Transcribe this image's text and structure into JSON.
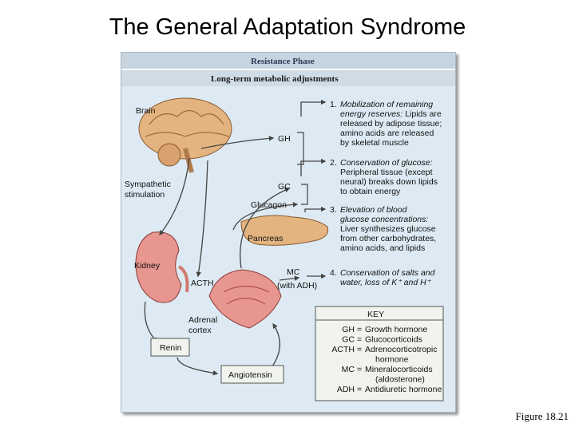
{
  "title": "The General Adaptation Syndrome",
  "figure_caption": "Figure 18.21",
  "panel": {
    "phase_header": "Resistance Phase",
    "sub_header": "Long-term metabolic adjustments"
  },
  "labels": {
    "brain": "Brain",
    "sympathetic_1": "Sympathetic",
    "sympathetic_2": "stimulation",
    "kidney": "Kidney",
    "acth": "ACTH",
    "adrenal_1": "Adrenal",
    "adrenal_2": "cortex",
    "renin": "Renin",
    "angiotensin": "Angiotensin",
    "gh": "GH",
    "gc": "GC",
    "glucagon": "Glucagon",
    "pancreas": "Pancreas",
    "mc": "MC",
    "with_adh": "(with ADH)"
  },
  "effects": [
    {
      "number": "1.",
      "title_lines": [
        "Mobilization of remaining",
        "energy reserves:"
      ],
      "title_tail": "Lipids are",
      "body_lines": [
        "released by adipose tissue;",
        "amino acids are released",
        "by skeletal muscle"
      ]
    },
    {
      "number": "2.",
      "title_lines": [
        "Conservation of glucose:"
      ],
      "title_tail": "",
      "body_lines": [
        "Peripheral tissue (except",
        "neural) breaks down lipids",
        "to obtain energy"
      ]
    },
    {
      "number": "3.",
      "title_lines": [
        "Elevation of blood",
        "glucose concentrations:"
      ],
      "title_tail": "",
      "body_lines": [
        "Liver synthesizes glucose",
        "from other carbohydrates,",
        "amino acids, and lipids"
      ]
    },
    {
      "number": "4.",
      "title_lines": [
        "Conservation of salts and"
      ],
      "title_tail": "",
      "body_lines": [
        "water, loss of K⁺ and H⁺"
      ]
    }
  ],
  "key": {
    "title": "KEY",
    "rows": [
      {
        "abbr": "GH",
        "def": "Growth hormone"
      },
      {
        "abbr": "GC",
        "def": "Glucocorticoids"
      },
      {
        "abbr": "ACTH",
        "def": "Adrenocorticotropic"
      },
      {
        "abbr": "",
        "def": "hormone"
      },
      {
        "abbr": "MC",
        "def": "Mineralocorticoids"
      },
      {
        "abbr": "",
        "def": "(aldosterone)"
      },
      {
        "abbr": "ADH",
        "def": "Antidiuretic hormone"
      }
    ]
  },
  "colors": {
    "panel_bg": "#ddeaf3",
    "header_bg": "#c6d4df",
    "box_bg": "#f1f4ee",
    "arrow_fill": "#ffffff",
    "arrow_stroke": "#444444",
    "organ_pink": "#e89690",
    "organ_tan": "#e3b47f"
  }
}
